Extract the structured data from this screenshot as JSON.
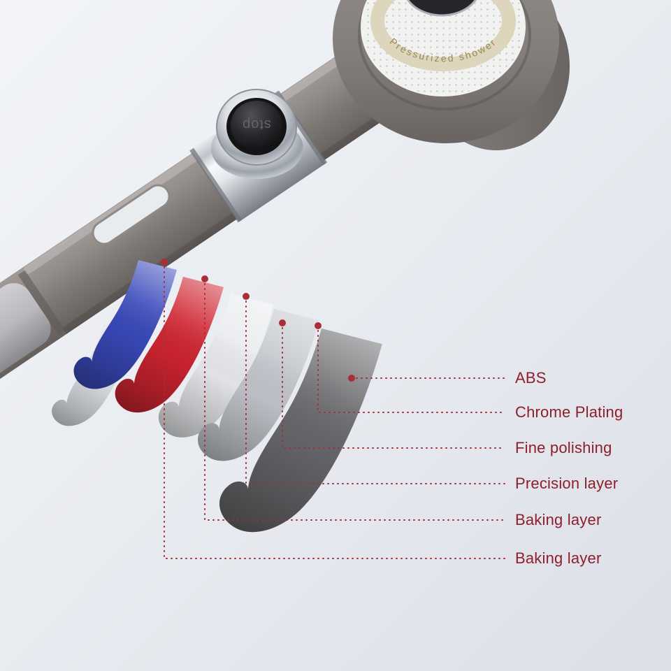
{
  "product": {
    "head_text": "Pressurized shower",
    "button_label": "stop"
  },
  "layers": [
    {
      "name": "chrome-strip",
      "color": "#dde1e6"
    },
    {
      "name": "blue-strip",
      "color": "#3a49bb"
    },
    {
      "name": "red-strip",
      "color": "#cf2430"
    },
    {
      "name": "white-strip",
      "color": "#e9ebee"
    },
    {
      "name": "silver-strip",
      "color": "#c3c7cd"
    },
    {
      "name": "dark-strip",
      "color": "#67676b"
    }
  ],
  "annotations": [
    {
      "label": "ABS"
    },
    {
      "label": "Chrome Plating"
    },
    {
      "label": "Fine polishing"
    },
    {
      "label": "Precision layer"
    },
    {
      "label": "Baking layer"
    },
    {
      "label": "Baking layer"
    }
  ],
  "colors": {
    "label_text": "#8e1f2b",
    "leader_line": "#a5303c",
    "leader_dot": "#aa2e3a"
  }
}
